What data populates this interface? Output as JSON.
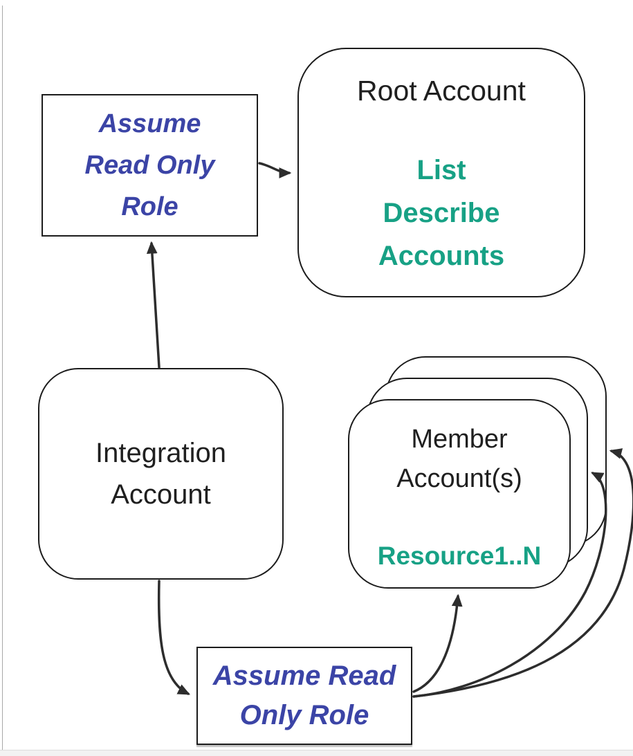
{
  "diagram": {
    "root_account": {
      "title": "Root Account",
      "actions": [
        "List",
        "Describe",
        "Accounts"
      ]
    },
    "integration_account": {
      "line1": "Integration",
      "line2": "Account"
    },
    "member_accounts": {
      "line1": "Member",
      "line2": "Account(s)",
      "resources": "Resource1..N"
    },
    "assume_role_top": {
      "line1": "Assume",
      "line2": "Read Only",
      "line3": "Role"
    },
    "assume_role_bottom": {
      "line1": "Assume Read",
      "line2": "Only Role"
    },
    "colors": {
      "action_green": "#17a185",
      "role_blue": "#3b44a6",
      "arrow_dark": "#2d2d2d"
    }
  }
}
